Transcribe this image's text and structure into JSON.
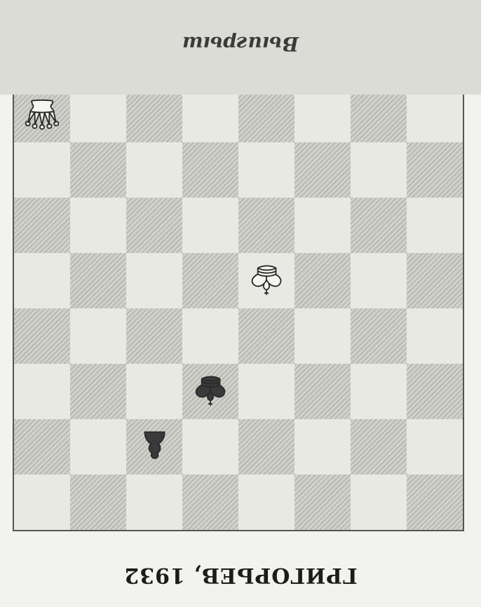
{
  "caption": "ГРИГОРЬЕВ, 1932",
  "footer": "Выигрыш",
  "pieces": [
    {
      "name": "white-queen-icon",
      "square": "h1",
      "color": "white",
      "type": "queen"
    },
    {
      "name": "white-king-icon",
      "square": "d4",
      "color": "white",
      "type": "king"
    },
    {
      "name": "black-king-icon",
      "square": "e6",
      "color": "black",
      "type": "king"
    },
    {
      "name": "black-pawn-icon",
      "square": "f7",
      "color": "black",
      "type": "pawn"
    }
  ]
}
